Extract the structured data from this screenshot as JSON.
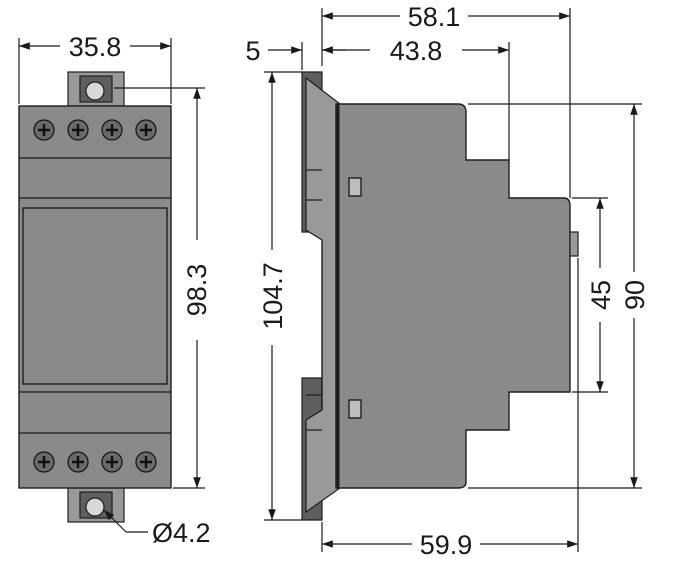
{
  "dimensions": {
    "front_width": "35.8",
    "front_height": "98.3",
    "hole_diameter": "Ø4.2",
    "offset": "5",
    "depth_overall": "58.1",
    "depth_body": "43.8",
    "height_total": "104.7",
    "depth_bottom": "59.9",
    "window_height": "45",
    "body_height": "90"
  },
  "colors": {
    "body": "#8a8a8a",
    "dark": "#5e5e5e",
    "line": "#1a1a1a"
  }
}
